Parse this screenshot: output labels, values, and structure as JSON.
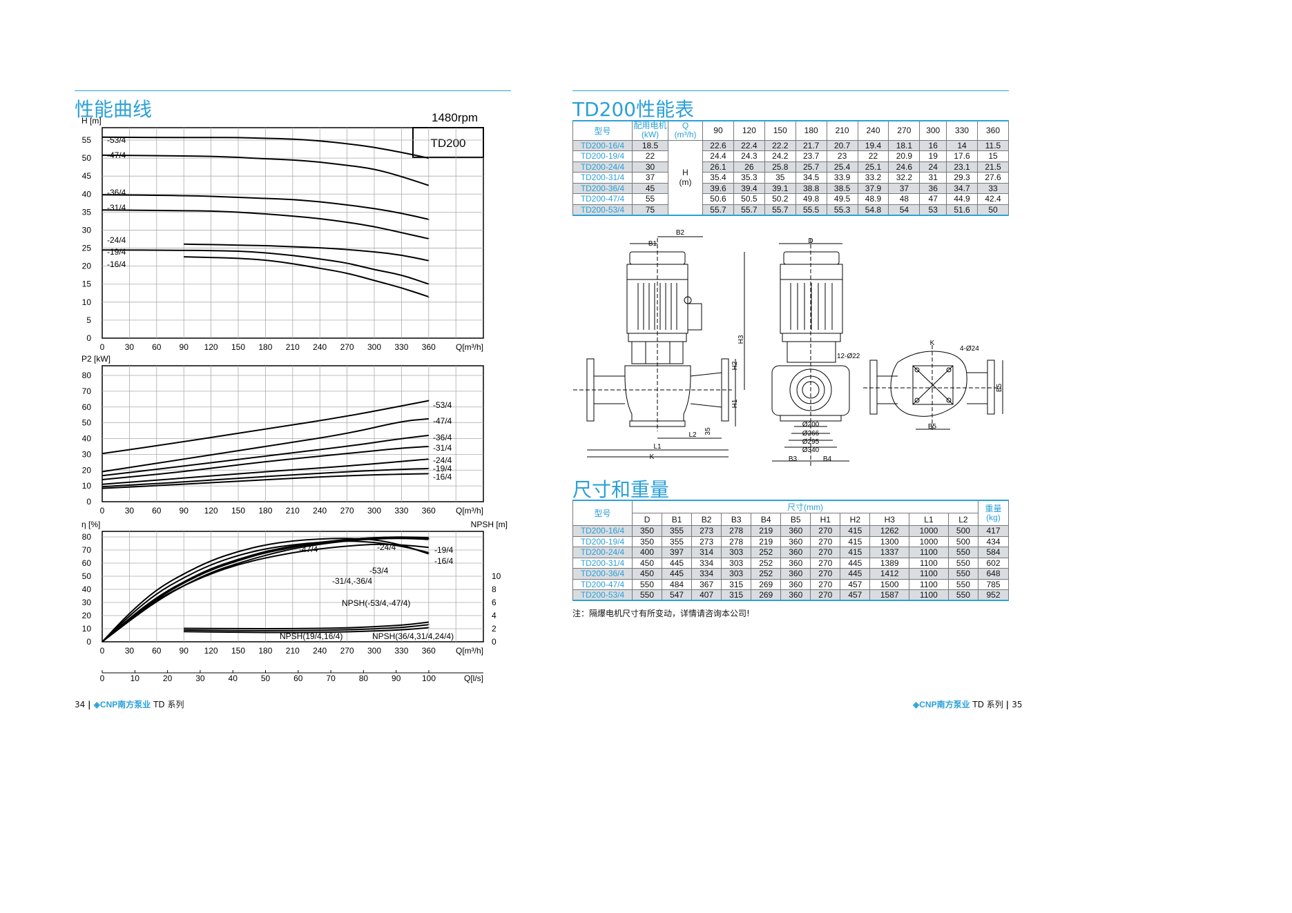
{
  "left": {
    "section_title": "性能曲线",
    "speed": "1480rpm",
    "model_box": "TD200"
  },
  "right": {
    "perf_title": "TD200性能表",
    "dim_title": "尺寸和重量",
    "note": "注：隔爆电机尺寸有所变动，详情请咨询本公司!"
  },
  "perf_table": {
    "h_model": "型号",
    "h_motor": "配用电机",
    "h_motor_unit": "(kW)",
    "h_q": "Q",
    "h_q_unit": "(m³/h)",
    "h_h": "H",
    "h_h_unit": "(m)",
    "flows": [
      "90",
      "120",
      "150",
      "180",
      "210",
      "240",
      "270",
      "300",
      "330",
      "360"
    ],
    "rows": [
      {
        "model": "TD200-16/4",
        "kw": "18.5",
        "h": [
          "22.6",
          "22.4",
          "22.2",
          "21.7",
          "20.7",
          "19.4",
          "18.1",
          "16",
          "14",
          "11.5"
        ]
      },
      {
        "model": "TD200-19/4",
        "kw": "22",
        "h": [
          "24.4",
          "24.3",
          "24.2",
          "23.7",
          "23",
          "22",
          "20.9",
          "19",
          "17.6",
          "15"
        ]
      },
      {
        "model": "TD200-24/4",
        "kw": "30",
        "h": [
          "26.1",
          "26",
          "25.8",
          "25.7",
          "25.4",
          "25.1",
          "24.6",
          "24",
          "23.1",
          "21.5"
        ]
      },
      {
        "model": "TD200-31/4",
        "kw": "37",
        "h": [
          "35.4",
          "35.3",
          "35",
          "34.5",
          "33.9",
          "33.2",
          "32.2",
          "31",
          "29.3",
          "27.6"
        ]
      },
      {
        "model": "TD200-36/4",
        "kw": "45",
        "h": [
          "39.6",
          "39.4",
          "39.1",
          "38.8",
          "38.5",
          "37.9",
          "37",
          "36",
          "34.7",
          "33"
        ]
      },
      {
        "model": "TD200-47/4",
        "kw": "55",
        "h": [
          "50.6",
          "50.5",
          "50.2",
          "49.8",
          "49.5",
          "48.9",
          "48",
          "47",
          "44.9",
          "42.4"
        ]
      },
      {
        "model": "TD200-53/4",
        "kw": "75",
        "h": [
          "55.7",
          "55.7",
          "55.7",
          "55.5",
          "55.3",
          "54.8",
          "54",
          "53",
          "51.6",
          "50"
        ]
      }
    ]
  },
  "dim_table": {
    "h_model": "型号",
    "h_size": "尺寸(mm)",
    "h_weight": "重量",
    "h_weight_unit": "(kg)",
    "cols": [
      "D",
      "B1",
      "B2",
      "B3",
      "B4",
      "B5",
      "H1",
      "H2",
      "H3",
      "L1",
      "L2"
    ],
    "rows": [
      {
        "model": "TD200-16/4",
        "v": [
          "350",
          "355",
          "273",
          "278",
          "219",
          "360",
          "270",
          "415",
          "1262",
          "1000",
          "500"
        ],
        "w": "417"
      },
      {
        "model": "TD200-19/4",
        "v": [
          "350",
          "355",
          "273",
          "278",
          "219",
          "360",
          "270",
          "415",
          "1300",
          "1000",
          "500"
        ],
        "w": "434"
      },
      {
        "model": "TD200-24/4",
        "v": [
          "400",
          "397",
          "314",
          "303",
          "252",
          "360",
          "270",
          "415",
          "1337",
          "1100",
          "550"
        ],
        "w": "584"
      },
      {
        "model": "TD200-31/4",
        "v": [
          "450",
          "445",
          "334",
          "303",
          "252",
          "360",
          "270",
          "445",
          "1389",
          "1100",
          "550"
        ],
        "w": "602"
      },
      {
        "model": "TD200-36/4",
        "v": [
          "450",
          "445",
          "334",
          "303",
          "252",
          "360",
          "270",
          "445",
          "1412",
          "1100",
          "550"
        ],
        "w": "648"
      },
      {
        "model": "TD200-47/4",
        "v": [
          "550",
          "484",
          "367",
          "315",
          "269",
          "360",
          "270",
          "457",
          "1500",
          "1100",
          "550"
        ],
        "w": "785"
      },
      {
        "model": "TD200-53/4",
        "v": [
          "550",
          "547",
          "407",
          "315",
          "269",
          "360",
          "270",
          "457",
          "1587",
          "1100",
          "550"
        ],
        "w": "952"
      }
    ]
  },
  "drawing_labels": {
    "B1": "B1",
    "B2": "B2",
    "B3": "B3",
    "B4": "B4",
    "B5": "B5",
    "D": "D",
    "H1": "H1",
    "H2": "H2",
    "H3": "H3",
    "K": "K",
    "L1": "L1",
    "L2": "L2",
    "d35": "35",
    "bolt12": "12-Ø22",
    "bolt4": "4-Ø24",
    "d200": "Ø200",
    "d266": "Ø266",
    "d295": "Ø295",
    "d340": "Ø340"
  },
  "footer": {
    "left_page": "34",
    "right_page": "35",
    "brand": "CNP",
    "brand_cn": "南方泵业",
    "series": "TD 系列"
  },
  "chart_data": [
    {
      "type": "line",
      "title": "",
      "xlabel": "Q[m³/h]",
      "ylabel": "H [m]",
      "xlim": [
        0,
        360
      ],
      "ylim": [
        0,
        55
      ],
      "x_ticks": [
        0,
        30,
        60,
        90,
        120,
        150,
        180,
        210,
        240,
        270,
        300,
        330,
        360
      ],
      "y_ticks": [
        0,
        5,
        10,
        15,
        20,
        25,
        30,
        35,
        40,
        45,
        50,
        55
      ],
      "grid": true,
      "series": [
        {
          "name": "-53/4",
          "x": [
            0,
            90,
            120,
            150,
            180,
            210,
            240,
            270,
            300,
            330,
            360
          ],
          "y": [
            55.8,
            55.7,
            55.7,
            55.7,
            55.5,
            55.3,
            54.8,
            54,
            53,
            51.6,
            50
          ]
        },
        {
          "name": "-47/4",
          "x": [
            0,
            90,
            120,
            150,
            180,
            210,
            240,
            270,
            300,
            330,
            360
          ],
          "y": [
            50.8,
            50.6,
            50.5,
            50.2,
            49.8,
            49.5,
            48.9,
            48,
            47,
            44.9,
            42.4
          ]
        },
        {
          "name": "-36/4",
          "x": [
            0,
            90,
            120,
            150,
            180,
            210,
            240,
            270,
            300,
            330,
            360
          ],
          "y": [
            39.8,
            39.6,
            39.4,
            39.1,
            38.8,
            38.5,
            37.9,
            37,
            36,
            34.7,
            33
          ]
        },
        {
          "name": "-31/4",
          "x": [
            0,
            90,
            120,
            150,
            180,
            210,
            240,
            270,
            300,
            330,
            360
          ],
          "y": [
            35.6,
            35.4,
            35.3,
            35,
            34.5,
            33.9,
            33.2,
            32.2,
            31,
            29.3,
            27.6
          ]
        },
        {
          "name": "-24/4",
          "x": [
            90,
            120,
            150,
            180,
            210,
            240,
            270,
            300,
            330,
            360
          ],
          "y": [
            26.1,
            26,
            25.8,
            25.7,
            25.4,
            25.1,
            24.6,
            24,
            23.1,
            21.5
          ]
        },
        {
          "name": "-19/4",
          "x": [
            0,
            90,
            120,
            150,
            180,
            210,
            240,
            270,
            300,
            330,
            360
          ],
          "y": [
            24.5,
            24.4,
            24.3,
            24.2,
            23.7,
            23,
            22,
            20.9,
            19,
            17.6,
            15
          ]
        },
        {
          "name": "-16/4",
          "x": [
            90,
            120,
            150,
            180,
            210,
            240,
            270,
            300,
            330,
            360
          ],
          "y": [
            22.6,
            22.4,
            22.2,
            21.7,
            20.7,
            19.4,
            18.1,
            16,
            14,
            11.5
          ]
        }
      ]
    },
    {
      "type": "line",
      "title": "",
      "xlabel": "Q[m³/h]",
      "ylabel": "P2 [kW]",
      "xlim": [
        0,
        360
      ],
      "ylim": [
        0,
        80
      ],
      "x_ticks": [
        0,
        30,
        60,
        90,
        120,
        150,
        180,
        210,
        240,
        270,
        300,
        330,
        360
      ],
      "y_ticks": [
        0,
        10,
        20,
        30,
        40,
        50,
        60,
        70,
        80
      ],
      "grid": true,
      "series": [
        {
          "name": "-53/4",
          "x": [
            0,
            90,
            180,
            270,
            360
          ],
          "y": [
            30.5,
            38,
            46,
            54,
            64
          ]
        },
        {
          "name": "-47/4",
          "x": [
            0,
            90,
            180,
            270,
            330,
            360
          ],
          "y": [
            19,
            27,
            35,
            43,
            51,
            52.5
          ]
        },
        {
          "name": "-36/4",
          "x": [
            0,
            90,
            180,
            270,
            330,
            360
          ],
          "y": [
            16.5,
            22.5,
            29,
            35,
            40,
            42
          ]
        },
        {
          "name": "-31/4",
          "x": [
            0,
            90,
            180,
            270,
            330,
            360
          ],
          "y": [
            14,
            19,
            25.5,
            30.5,
            34,
            35
          ]
        },
        {
          "name": "-24/4",
          "x": [
            0,
            90,
            180,
            270,
            360
          ],
          "y": [
            11,
            15,
            19,
            22.5,
            27
          ]
        },
        {
          "name": "-19/4",
          "x": [
            0,
            90,
            180,
            270,
            330,
            360
          ],
          "y": [
            9.5,
            12.5,
            16,
            19,
            20.5,
            21
          ]
        },
        {
          "name": "-16/4",
          "x": [
            0,
            90,
            180,
            270,
            330,
            360
          ],
          "y": [
            8.5,
            11,
            14,
            16.5,
            17.5,
            17.7
          ]
        }
      ]
    },
    {
      "type": "line",
      "title": "",
      "xlabel": "Q[m³/h]",
      "ylabel": "η [%]",
      "y2label": "NPSH [m]",
      "xlim": [
        0,
        360
      ],
      "ylim": [
        0,
        80
      ],
      "y2lim": [
        0,
        10
      ],
      "x_ticks": [
        0,
        30,
        60,
        90,
        120,
        150,
        180,
        210,
        240,
        270,
        300,
        330,
        360
      ],
      "y_ticks": [
        0,
        10,
        20,
        30,
        40,
        50,
        60,
        70,
        80
      ],
      "y2_ticks": [
        0,
        2,
        4,
        6,
        8,
        10
      ],
      "secondary_x_label": "Q[l/s]",
      "secondary_x_ticks": [
        0,
        10,
        20,
        30,
        40,
        50,
        60,
        70,
        80,
        90,
        100
      ],
      "grid": true,
      "series": [
        {
          "name": "-47/4",
          "x": [
            0,
            30,
            60,
            90,
            120,
            150,
            180,
            210,
            240,
            270,
            300,
            330,
            360
          ],
          "y": [
            0,
            22,
            40,
            52,
            62,
            69,
            74,
            77,
            78.5,
            79,
            78,
            74,
            67
          ]
        },
        {
          "name": "-53/4",
          "x": [
            0,
            30,
            60,
            90,
            120,
            150,
            180,
            210,
            240,
            270,
            300,
            330,
            360
          ],
          "y": [
            0,
            20,
            37,
            49,
            59,
            66,
            71,
            74,
            76,
            77,
            76,
            73,
            68
          ]
        },
        {
          "name": "-24/4",
          "x": [
            0,
            30,
            60,
            90,
            120,
            150,
            180,
            210,
            240,
            270,
            300,
            330,
            360
          ],
          "y": [
            0,
            18,
            34,
            46,
            56,
            63,
            69,
            73,
            76,
            78,
            79.5,
            80,
            79.5
          ]
        },
        {
          "name": "-19/4",
          "x": [
            0,
            30,
            60,
            90,
            120,
            150,
            180,
            210,
            240,
            270,
            300,
            330,
            360
          ],
          "y": [
            0,
            17,
            33,
            45,
            55,
            62,
            68,
            72,
            75.5,
            78,
            79.5,
            80,
            79
          ]
        },
        {
          "name": "-16/4",
          "x": [
            0,
            30,
            60,
            90,
            120,
            150,
            180,
            210,
            240,
            270,
            300,
            330,
            360
          ],
          "y": [
            0,
            16,
            31,
            43,
            53,
            60,
            66,
            71,
            74.5,
            77,
            78.5,
            79,
            78
          ]
        },
        {
          "name": "-31/4,-36/4",
          "x": [
            0,
            30,
            60,
            90,
            120,
            150,
            180,
            210,
            240,
            270,
            300,
            330,
            360
          ],
          "y": [
            0,
            17,
            32,
            43,
            52,
            59,
            64,
            68,
            71,
            73,
            74.5,
            74,
            72
          ]
        },
        {
          "name": "NPSH(-53/4,-47/4)",
          "axis": "y2",
          "x": [
            90,
            150,
            210,
            270,
            330,
            360
          ],
          "y": [
            2.05,
            2.0,
            2.0,
            2.1,
            2.5,
            3.0
          ]
        },
        {
          "name": "NPSH(19/4,16/4)",
          "axis": "y2",
          "x": [
            90,
            150,
            210,
            270,
            330,
            360
          ],
          "y": [
            1.55,
            1.45,
            1.4,
            1.5,
            1.8,
            2.15
          ]
        },
        {
          "name": "NPSH(36/4,31/4,24/4)",
          "axis": "y2",
          "x": [
            90,
            150,
            210,
            270,
            330,
            360
          ],
          "y": [
            1.8,
            1.7,
            1.7,
            1.8,
            2.15,
            2.6
          ]
        }
      ]
    }
  ]
}
